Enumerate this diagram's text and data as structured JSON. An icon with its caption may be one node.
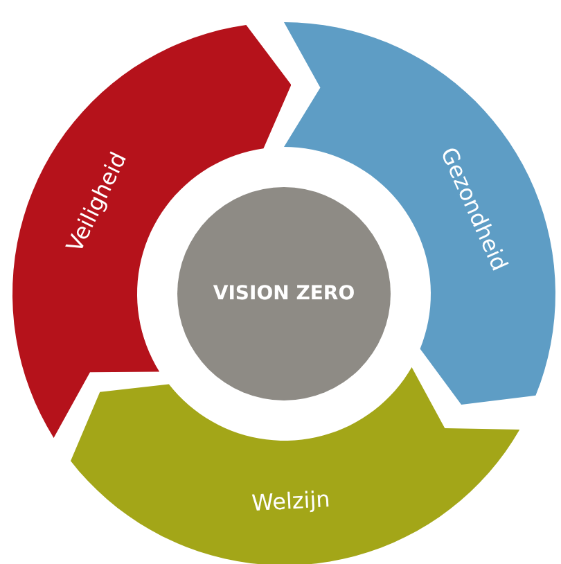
{
  "diagram": {
    "nodes": [
      {
        "text": [
          "Veiligheid"
        ]
      },
      {
        "text": [
          "Gezondheid"
        ]
      },
      {
        "text": [
          "VISION ZERO"
        ]
      },
      {
        "text": [
          "Welzijn"
        ]
      }
    ]
  }
}
